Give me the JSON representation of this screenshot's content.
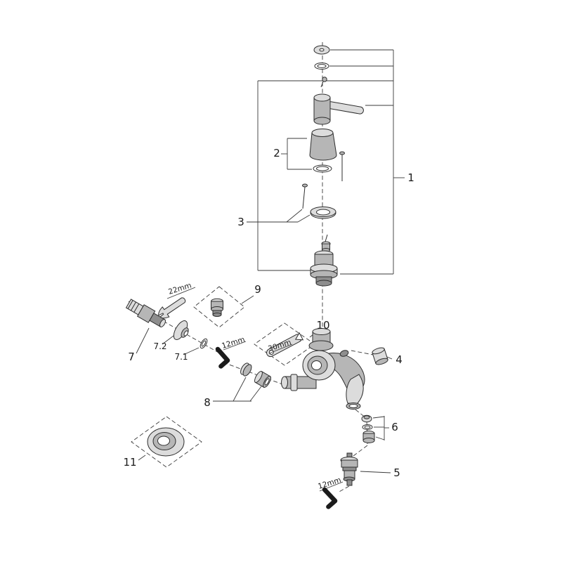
{
  "figure": {
    "type": "exploded-parts-diagram"
  },
  "labels": {
    "n1": "1",
    "n2": "2",
    "n3": "3",
    "n4": "4",
    "n5": "5",
    "n6": "6",
    "n7": "7",
    "n7_1": "7.1",
    "n7_2": "7.2",
    "n8": "8",
    "n9": "9",
    "n10": "10",
    "n11": "11"
  },
  "dims": {
    "d22": "22mm",
    "d12a": "12mm",
    "d30": "30mm",
    "d12b": "12mm"
  },
  "colors": {
    "background": "#ffffff",
    "line": "#3a3a3a",
    "metal_light": "#dcdcdc",
    "metal_mid": "#b6b6b6",
    "metal_dark": "#8e8e8e",
    "tool_black": "#1b1b1b"
  }
}
